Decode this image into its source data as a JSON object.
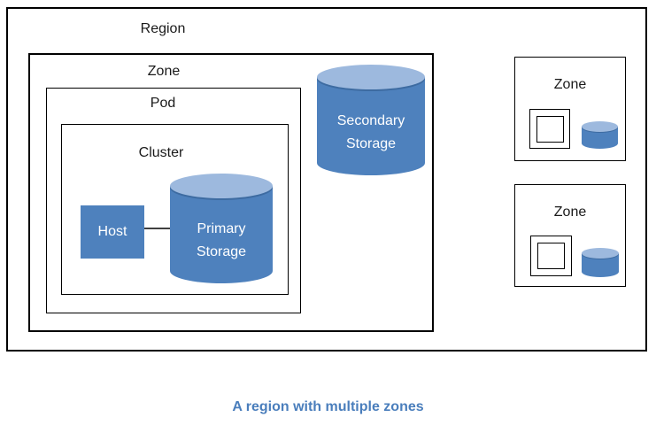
{
  "diagram": {
    "region_label": "Region",
    "zone_label": "Zone",
    "pod_label": "Pod",
    "cluster_label": "Cluster",
    "host_label": "Host",
    "primary_storage_label": "Primary Storage",
    "secondary_storage_label": "Secondary Storage",
    "small_zones": [
      {
        "label": "Zone"
      },
      {
        "label": "Zone"
      }
    ],
    "caption": "A region with multiple zones",
    "colors": {
      "shape_blue": "#4e81bd",
      "cylinder_top_blue": "#9db9de",
      "cylinder_rim_blue": "#3d6ba1",
      "caption_blue": "#4a7ebc",
      "border_black": "#000000",
      "connector_gray": "#404040",
      "host_text_white": "#ffffff"
    }
  }
}
